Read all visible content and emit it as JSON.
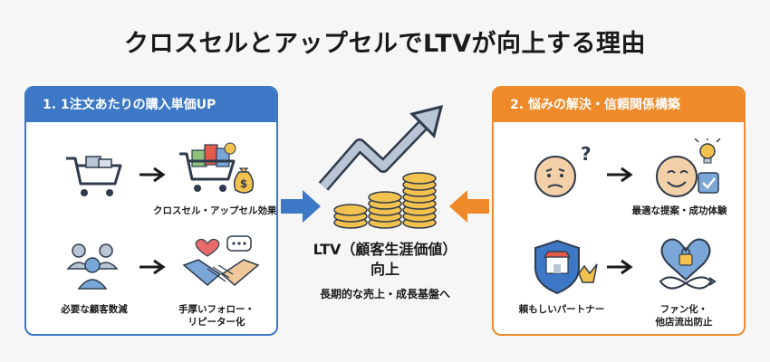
{
  "title": "クロスセルとアップセルでLTVが向上する理由",
  "left_panel": {
    "header": "1. 1注文あたりの購入単価UP",
    "items": [
      {
        "label": "クロスセル・アップセル効果"
      },
      {
        "label": "必要な顧客数減"
      },
      {
        "label_line1": "手厚いフォロー・",
        "label_line2": "リピーター化"
      }
    ]
  },
  "center": {
    "title_line1": "LTV（顧客生涯価値）",
    "title_line2": "向上",
    "subtitle": "長期的な売上・成長基盤へ"
  },
  "right_panel": {
    "header": "2. 悩みの解決・信頼関係構築",
    "items": [
      {
        "label": "最適な提案・成功体験"
      },
      {
        "label": "頼もしいパートナー"
      },
      {
        "label_line1": "ファン化・",
        "label_line2": "他店流出防止"
      }
    ]
  },
  "colors": {
    "blue": "#3c78c6",
    "orange": "#ee8a2a",
    "coin": "#f2c14e",
    "navy": "#2f3b4c"
  }
}
